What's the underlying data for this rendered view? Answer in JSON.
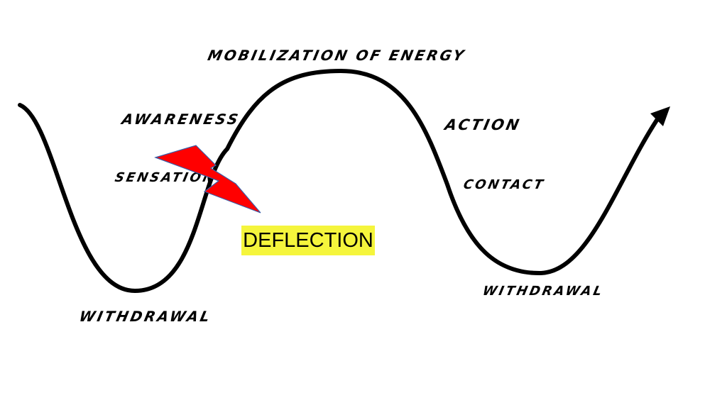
{
  "labels": {
    "mobilization": "MOBILIZATION OF ENERGY",
    "awareness": "AWARENESS",
    "sensation": "SENSATION",
    "action": "ACTION",
    "contact": "CONTACT",
    "withdrawal_left": "WITHDRAWAL",
    "withdrawal_right": "WITHDRAWAL"
  },
  "callout": "DEFLECTION",
  "colors": {
    "bolt": "#ff0000",
    "bolt_outline": "#3a5ea8",
    "highlight": "#f5f53c",
    "curve": "#000000"
  }
}
